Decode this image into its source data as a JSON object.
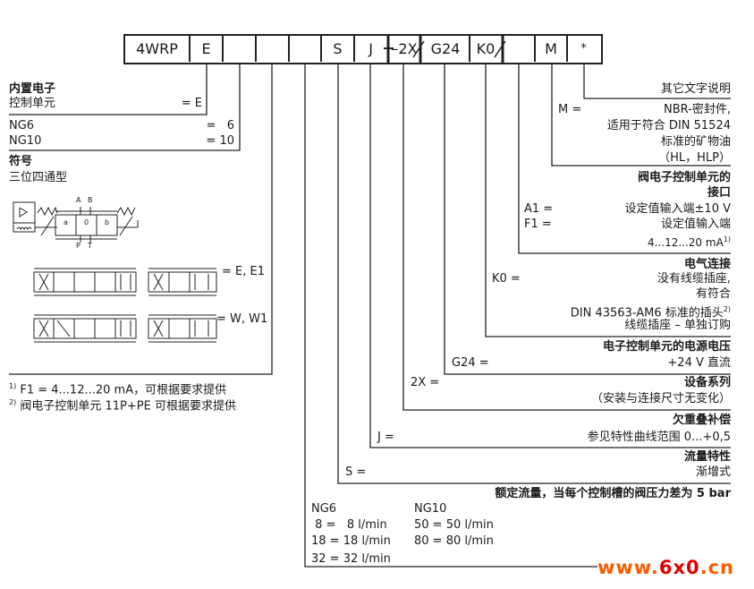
{
  "code_boxes": [
    "4WRP",
    "E",
    "",
    "",
    "",
    "S",
    "J",
    "–2X",
    "G24",
    "K0",
    "",
    "M",
    "*"
  ],
  "left": {
    "integrated_title": "内置电子",
    "integrated_label": "控制单元",
    "integrated_code": "= E",
    "ng6": "NG6",
    "ng6_code": "=   6",
    "ng10": "NG10",
    "ng10_code": "= 10",
    "symbol_title": "符号",
    "symbol_subtitle": "三位四通型",
    "port_a": "A",
    "port_b": "B",
    "port_p": "P",
    "port_t": "T",
    "pos_a": "a",
    "pos_0": "0",
    "pos_b": "b",
    "spool_e": "= E, E1",
    "spool_w": "= W, W1",
    "footnote1_mark": "1)",
    "footnote1": "F1 = 4...12...20 mA，可根据要求提供",
    "footnote2_mark": "2)",
    "footnote2": "阀电子控制单元 11P+PE 可根据要求提供"
  },
  "right": {
    "other": "其它文字说明",
    "m_code": "M =",
    "m_l1": "NBR-密封件,",
    "m_l2": "适用于符合 DIN 51524",
    "m_l3": "标准的矿物油",
    "m_l4": "（HL，HLP）",
    "iface_title1": "阀电子控制单元的",
    "iface_title2": "接口",
    "a1_code": "A1 =",
    "a1_desc": "设定值输入端±10 V",
    "f1_code": "F1 =",
    "f1_desc": "设定值输入端",
    "f1_desc2": "4...12...20 mA",
    "f1_note": "1)",
    "elec_title": "电气连接",
    "k0_code": "K0 =",
    "k0_l1": "没有线缆插座,",
    "k0_l2": "有符合",
    "k0_l3": "DIN 43563-AM6 标准的插头",
    "k0_note": "2)",
    "k0_l4": "线缆插座 – 单独订购",
    "power_title": "电子控制单元的电源电压",
    "g24_code": "G24 =",
    "g24_desc": "+24 V 直流",
    "series_title": "设备系列",
    "series_code": "2X =",
    "series_desc": "（安装与连接尺寸无变化）",
    "overlap_title": "欠重叠补偿",
    "j_code": "J =",
    "j_desc": "参见特性曲线范围 0...+0,5",
    "flow_title": "流量特性",
    "s_code": "S =",
    "s_desc": "渐增式",
    "nominal_title": "额定流量，当每个控制槽的阀压力差为 5 bar",
    "ng6": "NG6",
    "ng6_rows": [
      " 8 =   8 l/min",
      "18 = 18 l/min",
      "32 = 32 l/min"
    ],
    "ng10": "NG10",
    "ng10_rows": [
      "50 = 50 l/min",
      "80 = 80 l/min"
    ]
  },
  "watermark": {
    "prefix": "www.",
    "mid": "6x0",
    "suffix": ".cn"
  }
}
